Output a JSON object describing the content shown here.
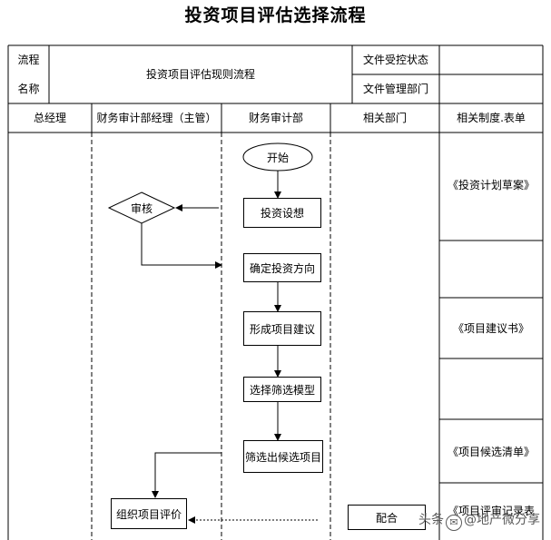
{
  "title": "投资项目评估选择流程",
  "header": {
    "flow_label_1": "流程",
    "flow_label_2": "名称",
    "flow_name": "投资项目评估现则流程",
    "doc_control_status": "文件受控状态",
    "doc_dept": "文件管理部门"
  },
  "lanes": [
    "总经理",
    "财务审计部经理（主管）",
    "财务审计部",
    "相关部门",
    "相关制度.表单"
  ],
  "nodes": {
    "start": "开始",
    "review": "审核",
    "idea": "投资设想",
    "direction": "确定投资方向",
    "proposal": "形成项目建议",
    "model": "选择筛选模型",
    "screen": "筛选出候选项目",
    "evaluate": "组织项目评价",
    "cooperate": "配合"
  },
  "forms": [
    "《投资计划草案》",
    "《项目建议书》",
    "《项目候选清单》",
    "《项目评审记录表"
  ],
  "watermark": {
    "prefix": "头条",
    "handle": "@地产微分享"
  }
}
